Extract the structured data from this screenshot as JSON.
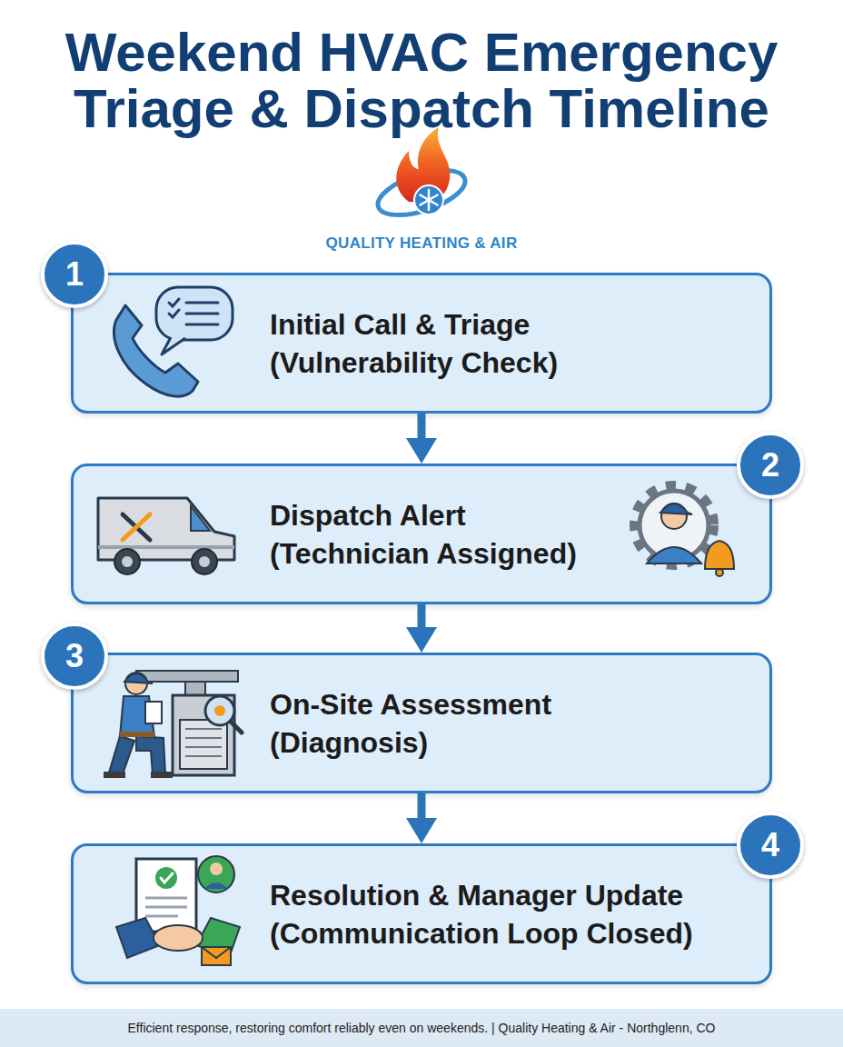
{
  "diagram": {
    "title": "Weekend HVAC Emergency Triage & Dispatch Timeline",
    "caption": "Efficient response, restoring comfort reliably even on weekends. | Quality Heating & Air - Northglenn, CO",
    "nodes": [
      {
        "text": [
          "Initial Call & Triage",
          "(Vulnerability Check)"
        ]
      },
      {
        "text": [
          "Dispatch Alert",
          "(Technician Assigned)"
        ]
      },
      {
        "text": [
          "On-Site Assessment",
          "(Diagnosis)"
        ]
      },
      {
        "text": [
          "Resolution & Manager Update",
          "(Communication Loop Closed)"
        ]
      }
    ],
    "edges": [
      {
        "from": 0,
        "to": 1,
        "arrow": "to"
      },
      {
        "from": 1,
        "to": 2,
        "arrow": "to"
      },
      {
        "from": 2,
        "to": 3,
        "arrow": "to"
      }
    ],
    "labels": [
      "QUALITY HEATING & AIR",
      "1",
      "2",
      "3",
      "4"
    ]
  }
}
